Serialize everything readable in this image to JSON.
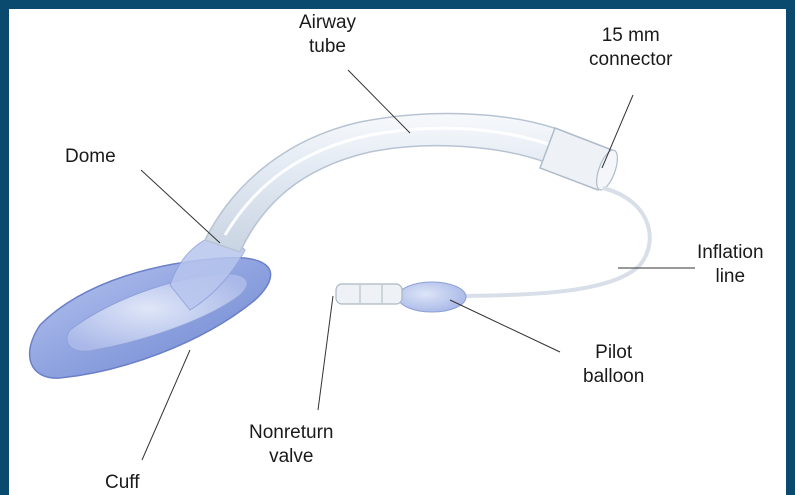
{
  "labels": {
    "airway_tube": [
      "Airway",
      "tube"
    ],
    "connector": [
      "15 mm",
      "connector"
    ],
    "dome": [
      "Dome"
    ],
    "inflation_line": [
      "Inflation",
      "line"
    ],
    "pilot_balloon": [
      "Pilot",
      "balloon"
    ],
    "nonreturn_valve": [
      "Nonreturn",
      "valve"
    ],
    "cuff": [
      "Cuff"
    ]
  },
  "colors": {
    "border": "#0b4a6f",
    "cuff": "#8fa3e0",
    "tube": "#e8eef5",
    "leader_line": "#333333"
  }
}
